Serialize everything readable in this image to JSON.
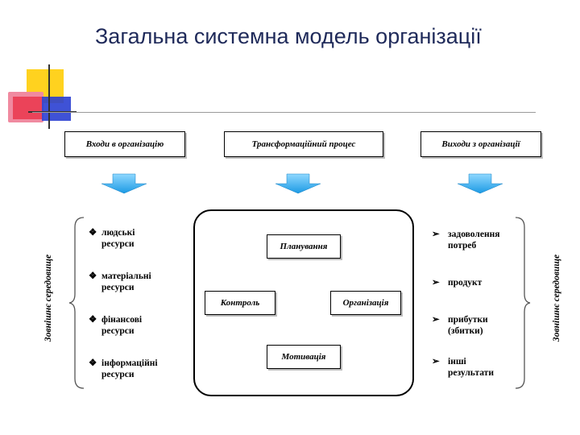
{
  "title": "Загальна системна модель організації",
  "top_boxes": {
    "inputs": "Входи в організацію",
    "transform": "Трансформаційний процес",
    "outputs": "Виходи з організації"
  },
  "cycle": {
    "planning": "Планування",
    "organization": "Організація",
    "motivation": "Мотивація",
    "control": "Контроль"
  },
  "inputs_list": [
    {
      "line1": "людські",
      "line2": "ресурси"
    },
    {
      "line1": "матеріальні",
      "line2": "ресурси"
    },
    {
      "line1": "фінансові",
      "line2": "ресурси"
    },
    {
      "line1": "інформаційні",
      "line2": "ресурси"
    }
  ],
  "outputs_list": [
    {
      "line1": "задоволення",
      "line2": "потреб"
    },
    {
      "line1": "продукт",
      "line2": ""
    },
    {
      "line1": "прибутки",
      "line2": "(збитки)"
    },
    {
      "line1": "інші",
      "line2": "результати"
    }
  ],
  "side_labels": {
    "left": "Зовнішнє середовище",
    "right": "Зовнішнє середовище"
  },
  "bullets": {
    "input": "❖",
    "output": "➢"
  },
  "colors": {
    "title": "#1f2a5a",
    "arrow": "#1ea0e6",
    "deco_yellow": "#ffd21f",
    "deco_red": "#e8253a",
    "deco_blue": "#2a3fd1"
  }
}
